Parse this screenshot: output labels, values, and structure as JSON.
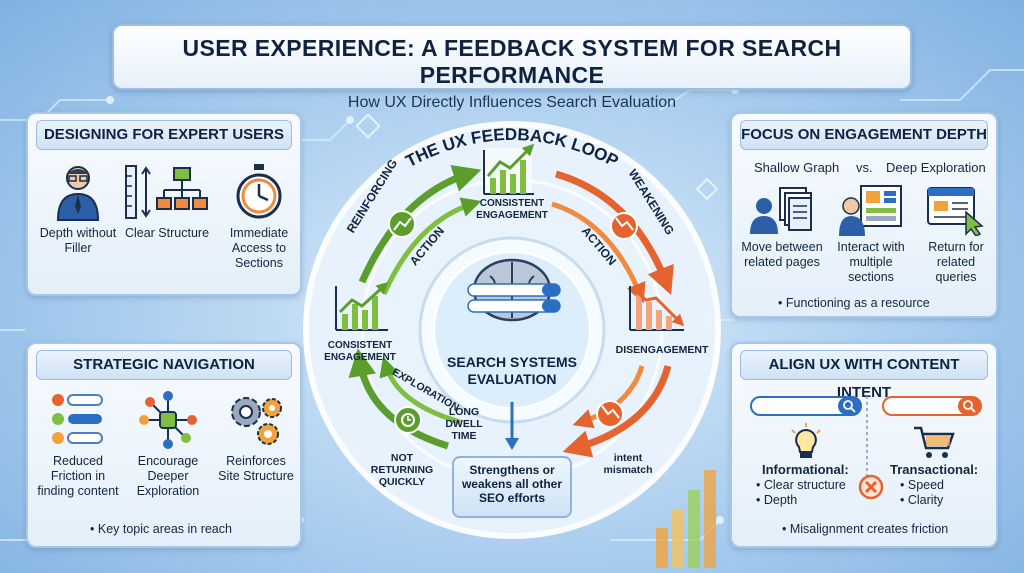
{
  "title": "USER EXPERIENCE: A FEEDBACK SYSTEM FOR SEARCH PERFORMANCE",
  "subtitle": "How UX Directly Influences Search Evaluation",
  "expert": {
    "heading": "DESIGNING FOR EXPERT USERS",
    "items": [
      "Depth without Filler",
      "Clear Structure",
      "Immediate Access to Sections"
    ]
  },
  "navigation": {
    "heading": "STRATEGIC NAVIGATION",
    "items": [
      "Reduced Friction in finding content",
      "Encourage Deeper Exploration",
      "Reinforces Site Structure"
    ],
    "bullet": "Key topic areas in reach"
  },
  "loop": {
    "title": "THE UX FEEDBACK LOOP",
    "reinforcing": "REINFORCING",
    "weakening": "WEAKENING",
    "action_left": "ACTION",
    "action_right": "ACTION",
    "top_node": "CONSISTENT ENGAGEMENT",
    "left_node": "CONSISTENT ENGAGEMENT",
    "right_node": "DISENGAGEMENT",
    "exploration": "EXPLORATION",
    "dwell": "LONG DWELL TIME",
    "not_returning": "NOT RETURNING QUICKLY",
    "intent_mismatch": "intent mismatch",
    "center": "SEARCH SYSTEMS EVALUATION",
    "callout": "Strengthens or weakens all other SEO efforts"
  },
  "engagement": {
    "heading": "FOCUS ON ENGAGEMENT DEPTH",
    "shallow": "Shallow Graph",
    "vs": "vs.",
    "deep": "Deep Exploration",
    "items": [
      "Move between related pages",
      "Interact with multiple sections",
      "Return for related queries"
    ],
    "bullet": "Functioning as a resource"
  },
  "intent": {
    "heading": "ALIGN UX WITH CONTENT INTENT",
    "informational_title": "Informational:",
    "informational_points": [
      "Clear structure",
      "Depth"
    ],
    "transactional_title": "Transactional:",
    "transactional_points": [
      "Speed",
      "Clarity"
    ],
    "bullet": "Misalignment creates friction"
  },
  "colors": {
    "green": "#5c9e2e",
    "orange": "#e5632e",
    "navy": "#0f2340",
    "blue": "#2c6fc2"
  }
}
